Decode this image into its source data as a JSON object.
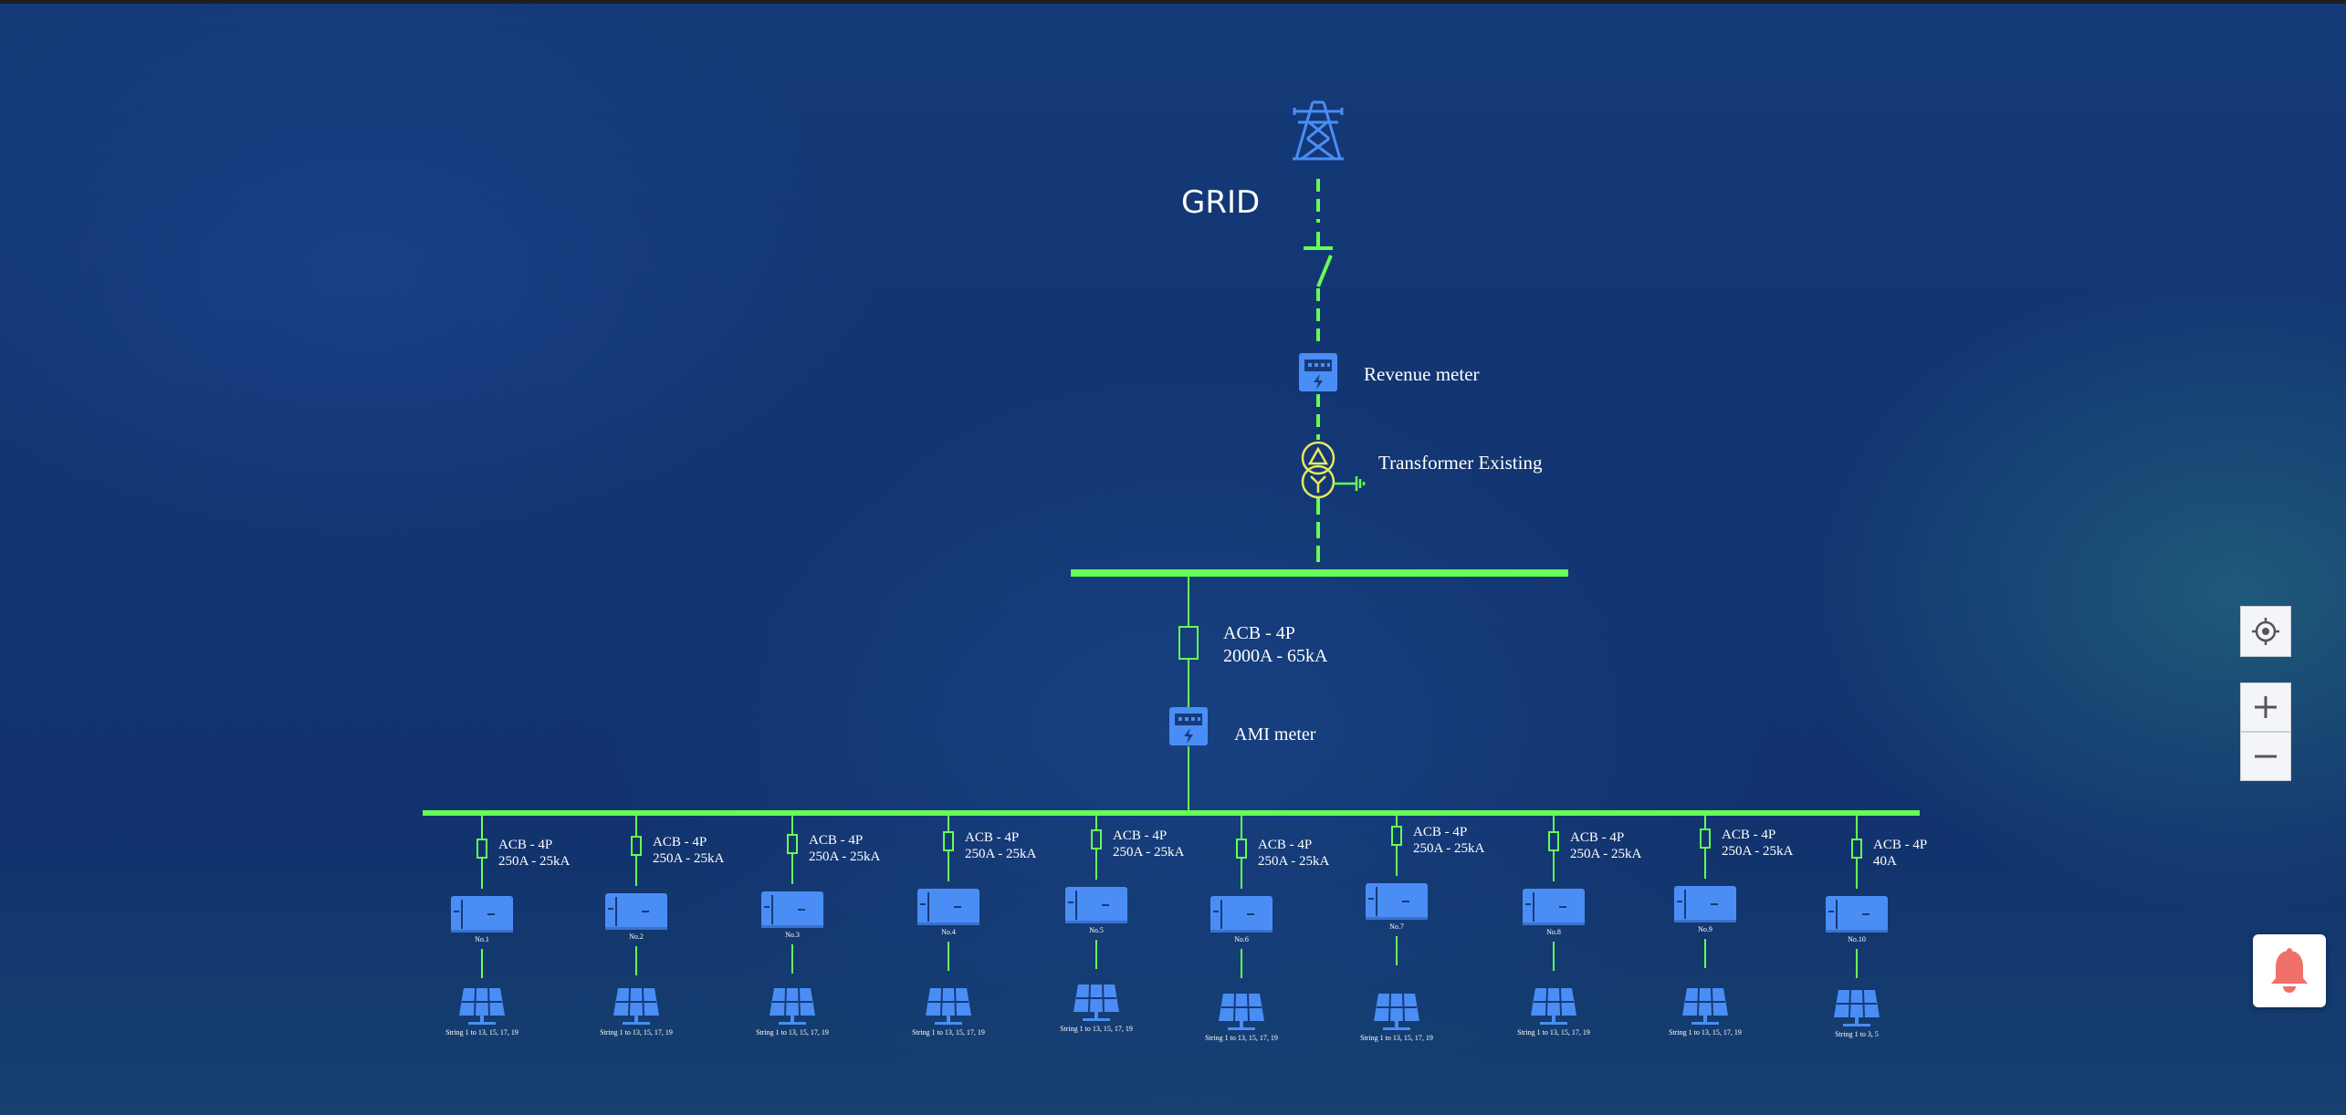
{
  "colors": {
    "line": "#66ff55",
    "device": "#4a8ef5",
    "transformer": "#e8e860",
    "text": "#ffffff",
    "bell": "#f0706a"
  },
  "grid": {
    "label": "GRID",
    "icon": "transmission-tower-icon"
  },
  "main_line": {
    "switch_icon": "disconnect-switch-icon",
    "revenue_meter": {
      "label": "Revenue meter",
      "icon": "meter-icon"
    },
    "transformer": {
      "label": "Transformer Existing",
      "icon": "transformer-icon"
    }
  },
  "main_acb": {
    "line1": "ACB - 4P",
    "line2": "2000A - 65kA"
  },
  "ami_meter": {
    "label": "AMI meter",
    "icon": "meter-icon"
  },
  "branches": [
    {
      "acb_line1": "ACB - 4P",
      "acb_line2": "250A - 25kA",
      "inverter": "No.1",
      "strings": "String 1 to 13, 15, 17, 19"
    },
    {
      "acb_line1": "ACB - 4P",
      "acb_line2": "250A - 25kA",
      "inverter": "No.2",
      "strings": "String 1 to 13, 15, 17, 19"
    },
    {
      "acb_line1": "ACB - 4P",
      "acb_line2": "250A - 25kA",
      "inverter": "No.3",
      "strings": "String 1 to 13, 15, 17, 19"
    },
    {
      "acb_line1": "ACB - 4P",
      "acb_line2": "250A - 25kA",
      "inverter": "No.4",
      "strings": "String 1 to 13, 15, 17, 19"
    },
    {
      "acb_line1": "ACB - 4P",
      "acb_line2": "250A - 25kA",
      "inverter": "No.5",
      "strings": "String 1 to 13, 15, 17, 19"
    },
    {
      "acb_line1": "ACB - 4P",
      "acb_line2": "250A - 25kA",
      "inverter": "No.6",
      "strings": "String 1 to 13, 15, 17, 19"
    },
    {
      "acb_line1": "ACB - 4P",
      "acb_line2": "250A - 25kA",
      "inverter": "No.7",
      "strings": "String 1 to 13, 15, 17, 19"
    },
    {
      "acb_line1": "ACB - 4P",
      "acb_line2": "250A - 25kA",
      "inverter": "No.8",
      "strings": "String 1 to 13, 15, 17, 19"
    },
    {
      "acb_line1": "ACB - 4P",
      "acb_line2": "250A - 25kA",
      "inverter": "No.9",
      "strings": "String 1 to 13, 15, 17, 19"
    },
    {
      "acb_line1": "ACB - 4P",
      "acb_line2": "40A",
      "inverter": "No.10",
      "strings": "String 1 to 3, 5"
    }
  ],
  "controls": {
    "locate": "crosshair-icon",
    "zoom_in": "plus-icon",
    "zoom_out": "minus-icon",
    "alarm": "bell-icon"
  }
}
